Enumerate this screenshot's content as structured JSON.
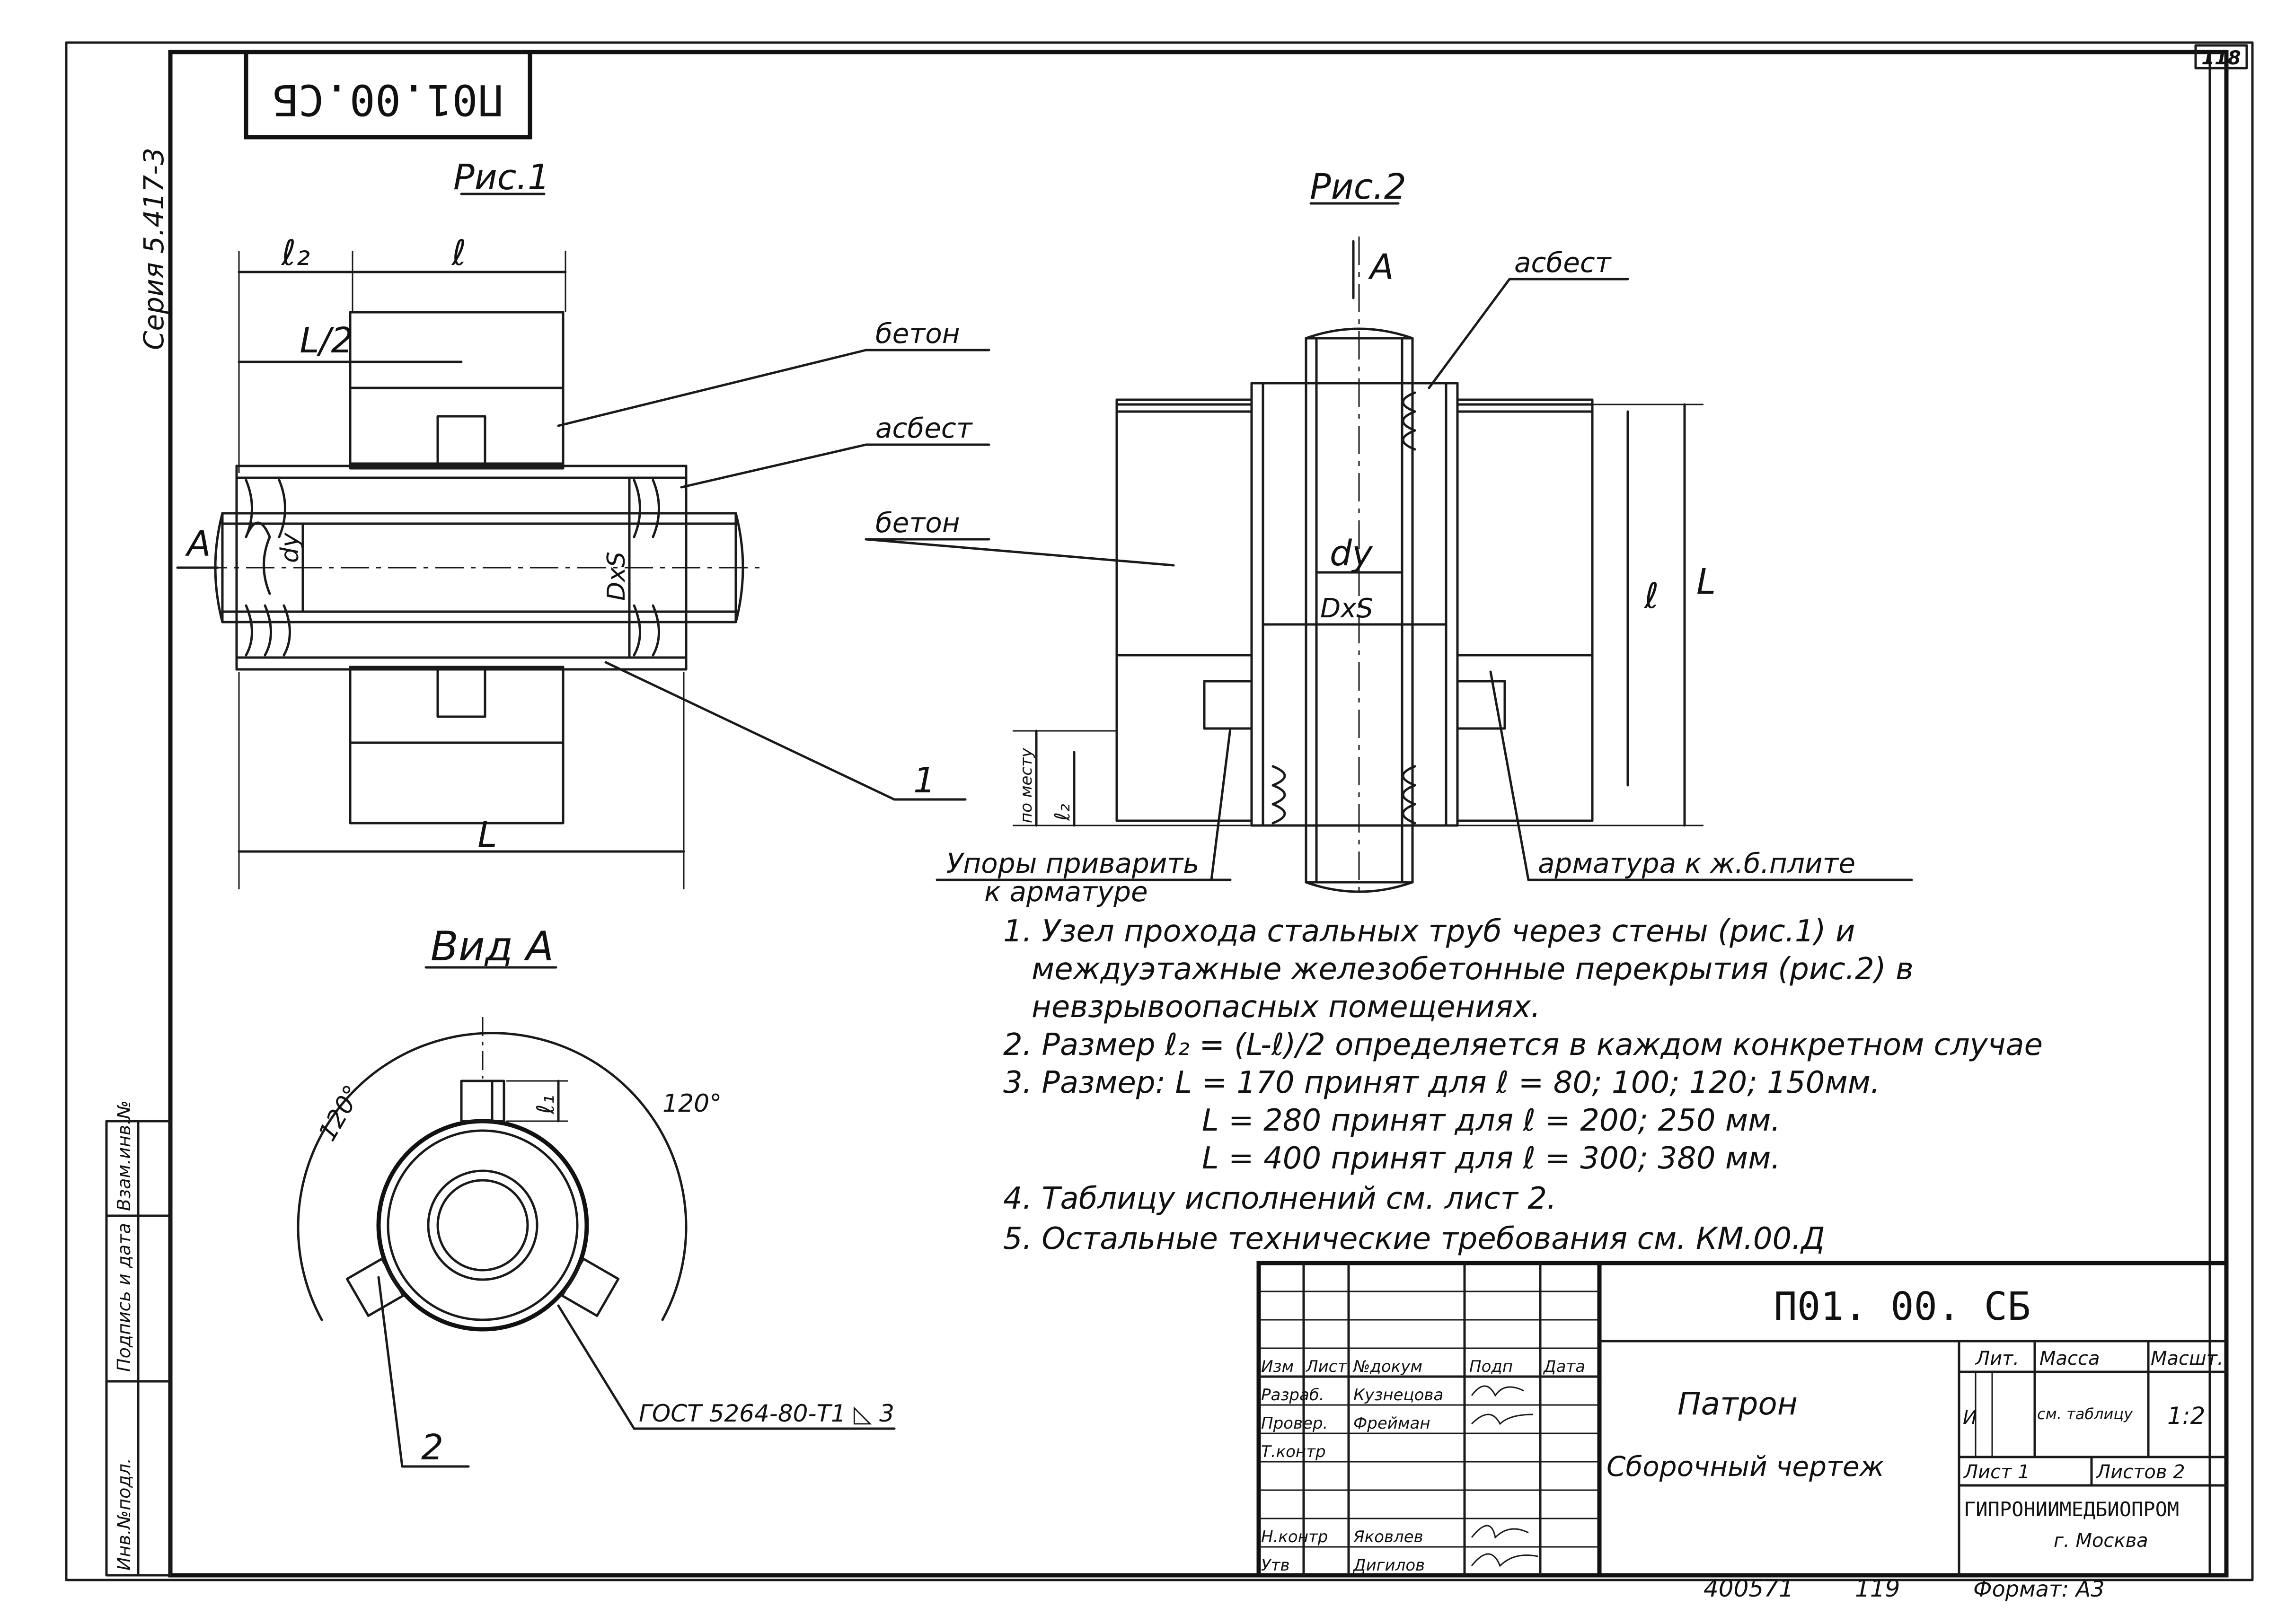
{
  "sheet": {
    "page_number": "118",
    "code_box_mirrored": "П01.00.СБ",
    "series": "Серия 5.417-3"
  },
  "fig1": {
    "title": "Рис.1",
    "dim_l2": "ℓ₂",
    "dim_l": "ℓ",
    "dim_L2": "L/2",
    "dim_L": "L",
    "label_concrete": "бетон",
    "label_asbestos": "асбест",
    "label_concrete2": "бетон",
    "marker_A": "A",
    "dim_dy": "dy",
    "dim_DxS": "DxS",
    "callout_1": "1"
  },
  "fig2": {
    "title": "Рис.2",
    "marker_A": "A",
    "label_asbestos": "асбест",
    "dim_dy": "dy",
    "dim_DxS": "DxS",
    "dim_l": "ℓ",
    "dim_L": "L",
    "dim_l2": "ℓ₂",
    "dim_in_place": "по месту",
    "label_stops_1": "Упоры приварить",
    "label_stops_2": "к арматуре",
    "label_rebar": "арматура к ж.б.плите"
  },
  "viewA": {
    "title": "Вид А",
    "angle_left": "120°",
    "angle_right": "120°",
    "dim_l1": "ℓ₁",
    "callout_2": "2",
    "weld_note": "ГОСТ 5264-80-Т1 ◺ 3"
  },
  "notes": [
    "1. Узел прохода стальных труб через стены (рис.1) и",
    "междуэтажные железобетонные перекрытия (рис.2) в",
    "невзрывоопасных помещениях.",
    "2. Размер ℓ₂ = (L-ℓ)/2 определяется в каждом конкретном случае",
    "3. Размер:  L = 170  принят для  ℓ = 80; 100; 120; 150мм.",
    "L = 280  принят для  ℓ = 200; 250 мм.",
    "L = 400  принят для  ℓ = 300; 380 мм.",
    "4. Таблицу исполнений см. лист 2.",
    "5. Остальные технические требования см. КМ.00.Д"
  ],
  "title_block": {
    "doc_code": "П01. 00. СБ",
    "name": "Патрон",
    "doc_type": "Сборочный чертеж",
    "col_izm": "Изм",
    "col_list": "Лист",
    "col_doc": "№докум",
    "col_sign": "Подп",
    "col_date": "Дата",
    "role_dev": "Разраб.",
    "name_dev": "Кузнецова",
    "role_check": "Провер.",
    "name_check": "Фрейман",
    "role_tcontrol": "Т.контр",
    "role_ncontrol": "Н.контр",
    "name_ncontrol": "Яковлев",
    "role_approve": "Утв",
    "name_approve": "Дигилов",
    "hdr_lit": "Лит.",
    "hdr_mass": "Масса",
    "hdr_scale": "Масшт.",
    "lit_value": "И",
    "mass_value": "см. таблицу",
    "scale_value": "1:2",
    "sheet_label": "Лист 1",
    "sheets_label": "Листов 2",
    "org": "ГИПРОНИИМЕДБИОПРОМ",
    "city": "г. Москва",
    "archive_no": "400571",
    "archive_sheet": "119",
    "format": "Формат: А3"
  },
  "side_stamp": {
    "inv_original": "Инв.№подл.",
    "sign_date": "Подпись и дата",
    "inv_replace": "Взам.инв.№"
  }
}
